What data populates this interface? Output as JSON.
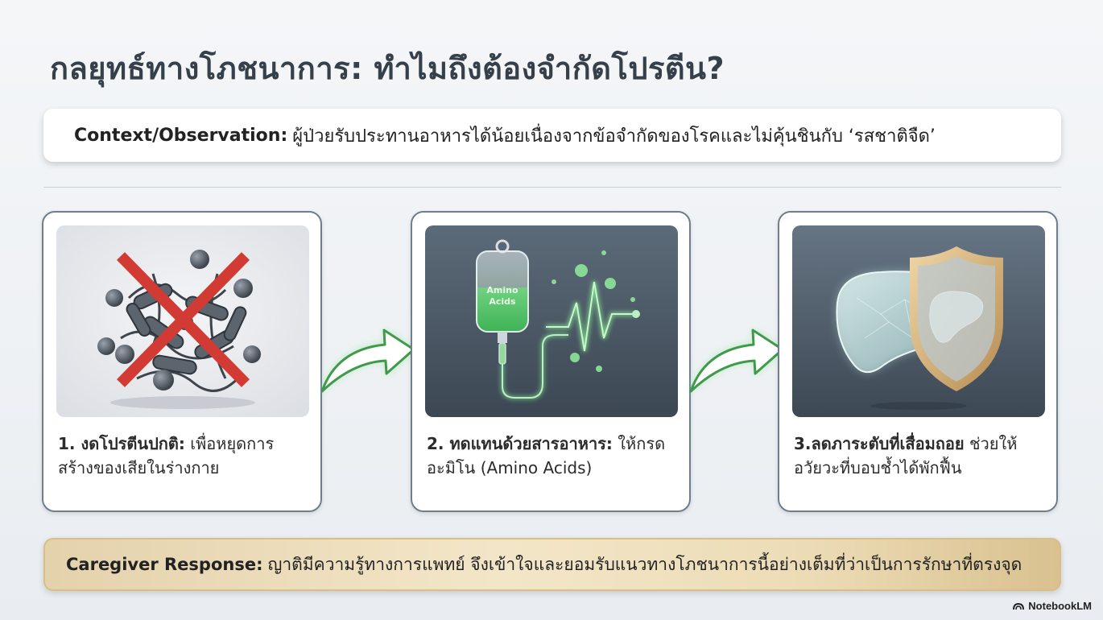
{
  "title": "กลยุทธ์ทางโภชนาการ: ทำไมถึงต้องจำกัดโปรตีน?",
  "context": {
    "label": "Context/Observation:",
    "text": "ผู้ป่วยรับประทานอาหารได้น้อยเนื่องจากข้อจำกัดของโรคและไม่คุ้นชินกับ ‘รสชาติจืด’"
  },
  "steps": [
    {
      "heading": "1. งดโปรตีนปกติ:",
      "text": "เพื่อหยุดการสร้างของเสียในร่างกาย",
      "icon": "crossed-protein-icon"
    },
    {
      "heading": "2. ทดแทนด้วยสารอาหาร:",
      "text": "ให้กรดอะมิโน (Amino Acids)",
      "icon": "iv-bag-icon",
      "bag_label_1": "Amino",
      "bag_label_2": "Acids"
    },
    {
      "heading": "3.ลดภาระตับที่เสื่อมถอย",
      "text": "ช่วยให้อวัยวะที่บอบช้ำได้พักฟื้น",
      "icon": "liver-shield-icon"
    }
  ],
  "caregiver": {
    "label": "Caregiver Response:",
    "text": "ญาติมีความรู้ทางการแพทย์ จึงเข้าใจและยอมรับแนวทางโภชนาการนี้อย่างเต็มที่ว่าเป็นการรักษาที่ตรงจุด"
  },
  "brand": "NotebookLM",
  "colors": {
    "accent_green": "#5fcf6a",
    "card_border": "#6f7e8c",
    "caregiver_bg": "#f3e6c8"
  }
}
